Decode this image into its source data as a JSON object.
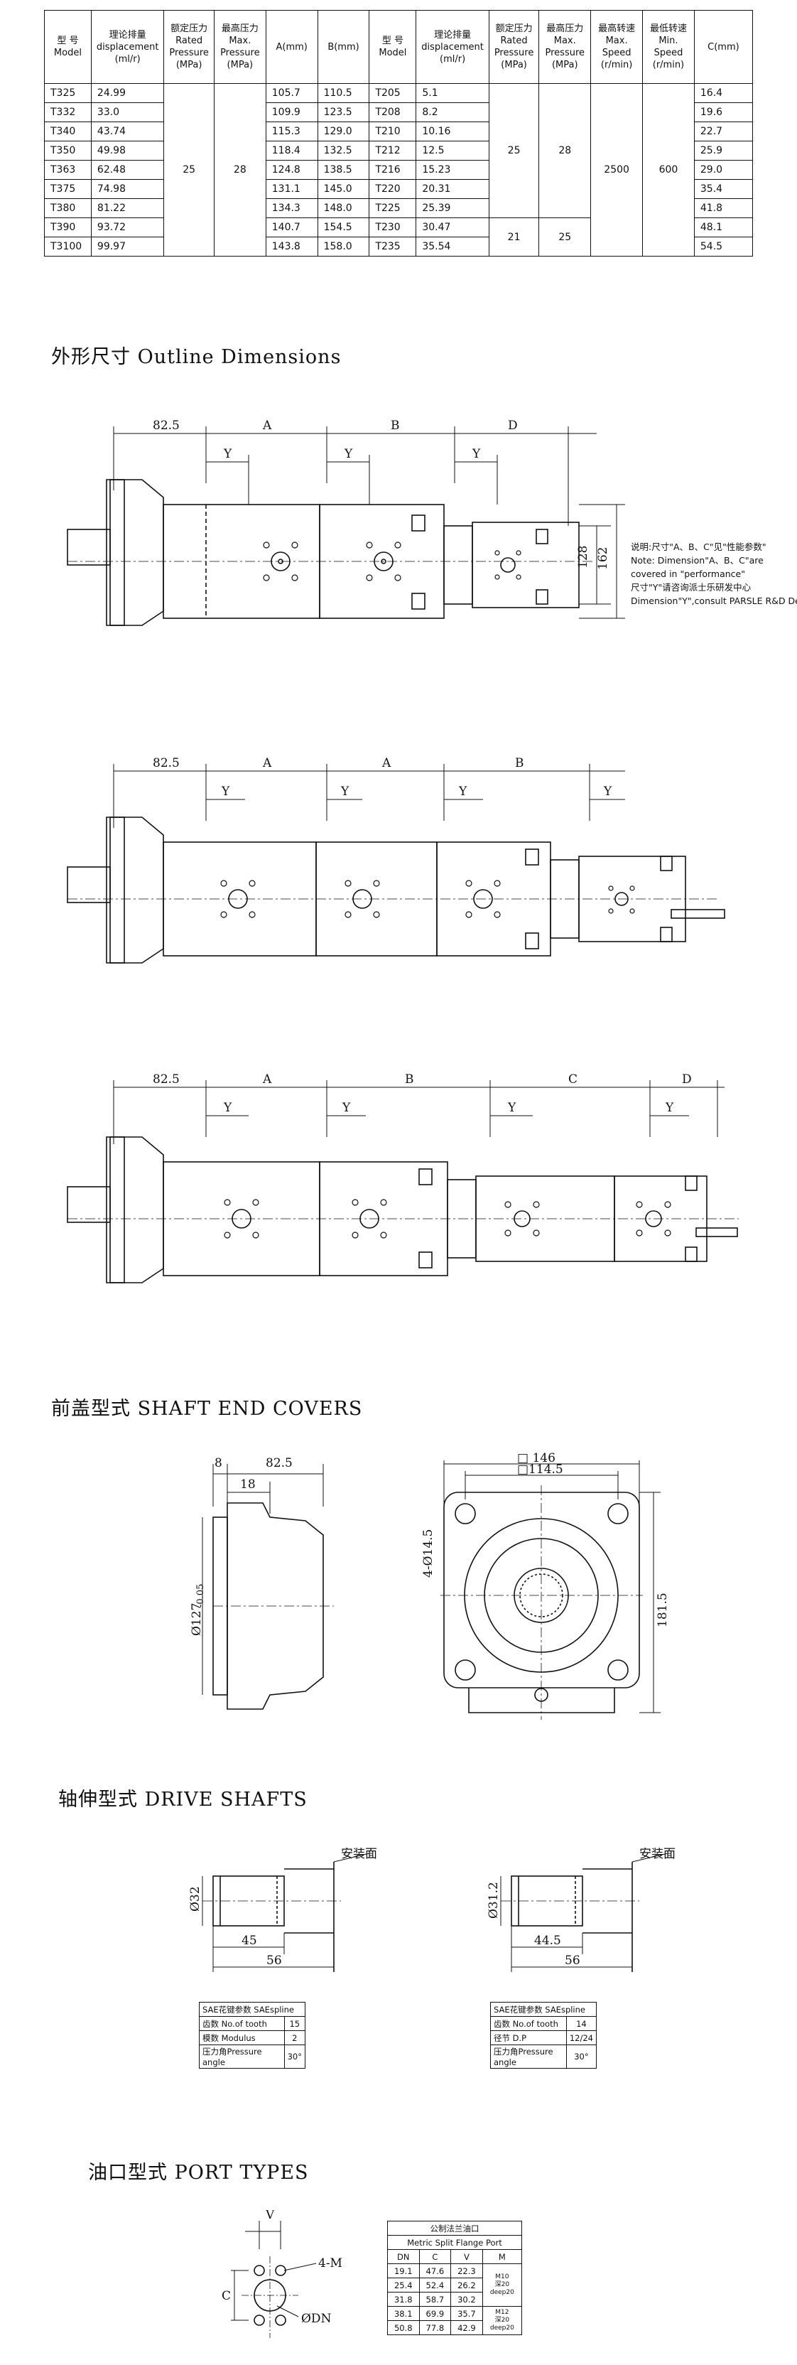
{
  "spec_table": {
    "headers": [
      {
        "cn": "型 号",
        "en": [
          "Model"
        ]
      },
      {
        "cn": "理论排量",
        "en": [
          "displacement",
          "(ml/r)"
        ]
      },
      {
        "cn": "额定压力",
        "en": [
          "Rated",
          "Pressure",
          "(MPa)"
        ]
      },
      {
        "cn": "最高压力",
        "en": [
          "Max.",
          "Pressure",
          "(MPa)"
        ]
      },
      {
        "cn": "",
        "en": [
          "A(mm)"
        ]
      },
      {
        "cn": "",
        "en": [
          "B(mm)"
        ]
      },
      {
        "cn": "型 号",
        "en": [
          "Model"
        ]
      },
      {
        "cn": "理论排量",
        "en": [
          "displacement",
          "(ml/r)"
        ]
      },
      {
        "cn": "额定压力",
        "en": [
          "Rated",
          "Pressure",
          "(MPa)"
        ]
      },
      {
        "cn": "最高压力",
        "en": [
          "Max.",
          "Pressure",
          "(MPa)"
        ]
      },
      {
        "cn": "最高转速",
        "en": [
          "Max.",
          "Speed",
          "(r/min)"
        ]
      },
      {
        "cn": "最低转速",
        "en": [
          "Min.",
          "Speed",
          "(r/min)"
        ]
      },
      {
        "cn": "",
        "en": [
          "C(mm)"
        ]
      }
    ],
    "left_rows": [
      {
        "model": "T325",
        "disp": "24.99",
        "a": "105.7",
        "b": "110.5"
      },
      {
        "model": "T332",
        "disp": "33.0",
        "a": "109.9",
        "b": "123.5"
      },
      {
        "model": "T340",
        "disp": "43.74",
        "a": "115.3",
        "b": "129.0"
      },
      {
        "model": "T350",
        "disp": "49.98",
        "a": "118.4",
        "b": "132.5"
      },
      {
        "model": "T363",
        "disp": "62.48",
        "a": "124.8",
        "b": "138.5"
      },
      {
        "model": "T375",
        "disp": "74.98",
        "a": "131.1",
        "b": "145.0"
      },
      {
        "model": "T380",
        "disp": "81.22",
        "a": "134.3",
        "b": "148.0"
      },
      {
        "model": "T390",
        "disp": "93.72",
        "a": "140.7",
        "b": "154.5"
      },
      {
        "model": "T3100",
        "disp": "99.97",
        "a": "143.8",
        "b": "158.0"
      }
    ],
    "right_rows": [
      {
        "model": "T205",
        "disp": "5.1",
        "c": "16.4"
      },
      {
        "model": "T208",
        "disp": "8.2",
        "c": "19.6"
      },
      {
        "model": "T210",
        "disp": "10.16",
        "c": "22.7"
      },
      {
        "model": "T212",
        "disp": "12.5",
        "c": "25.9"
      },
      {
        "model": "T216",
        "disp": "15.23",
        "c": "29.0"
      },
      {
        "model": "T220",
        "disp": "20.31",
        "c": "35.4"
      },
      {
        "model": "T225",
        "disp": "25.39",
        "c": "41.8"
      },
      {
        "model": "T230",
        "disp": "30.47",
        "c": "48.1"
      },
      {
        "model": "T235",
        "disp": "35.54",
        "c": "54.5"
      }
    ],
    "left_rated": "25",
    "left_max": "28",
    "right_rated_1": "25",
    "right_max_1": "28",
    "right_rated_2": "21",
    "right_max_2": "25",
    "max_speed": "2500",
    "min_speed": "600"
  },
  "sections": {
    "outline": "外形尺寸 Outline Dimensions",
    "shaft_end": "前盖型式 SHAFT END COVERS",
    "drive_shafts": "轴伸型式 DRIVE SHAFTS",
    "port_types": "油口型式 PORT TYPES"
  },
  "drawing1": {
    "dims": [
      "82.5",
      "A",
      "B",
      "D",
      "Y",
      "Y",
      "Y",
      "128",
      "162"
    ],
    "note": [
      "说明:尺寸\"A、B、C\"见\"性能参数\"",
      "Note: Dimension\"A、B、C\"are",
      "      covered in \"performance\"",
      "尺寸\"Y\"请咨询派士乐研发中心",
      "Dimension\"Y\",consult PARSLE R&D Dept."
    ]
  },
  "drawing2": {
    "dims": [
      "82.5",
      "A",
      "A",
      "B",
      "Y",
      "Y",
      "Y",
      "Y"
    ]
  },
  "drawing3": {
    "dims": [
      "82.5",
      "A",
      "B",
      "C",
      "D",
      "Y",
      "Y",
      "Y",
      "Y"
    ]
  },
  "shaft_end": {
    "dims": [
      "8",
      "82.5",
      "18",
      "Ø127",
      "-0.05",
      "□ 146",
      "□114.5",
      "4-Ø14.5",
      "181.5"
    ]
  },
  "drive_shafts": {
    "left": {
      "dia": "Ø32",
      "len1": "45",
      "len2": "56",
      "mount": "安装面"
    },
    "right": {
      "dia": "Ø31.2",
      "len1": "44.5",
      "len2": "56",
      "mount": "安装面"
    },
    "spline_left": {
      "title": "SAE花键参数 SAEspline",
      "rows": [
        [
          "齿数 No.of tooth",
          "15"
        ],
        [
          "模数 Modulus",
          "2"
        ],
        [
          "压力角Pressure angle",
          "30°"
        ]
      ]
    },
    "spline_right": {
      "title": "SAE花键参数 SAEspline",
      "rows": [
        [
          "齿数 No.of tooth",
          "14"
        ],
        [
          "径节 D.P",
          "12/24"
        ],
        [
          "压力角Pressure angle",
          "30°"
        ]
      ]
    }
  },
  "port": {
    "labels": [
      "V",
      "C",
      "4-M",
      "ØDN"
    ],
    "table_title": [
      "公制法兰油口",
      "Metric Split Flange Port"
    ],
    "cols": [
      "DN",
      "C",
      "V",
      "M"
    ],
    "rows": [
      [
        "19.1",
        "47.6",
        "22.3",
        ""
      ],
      [
        "25.4",
        "52.4",
        "26.2",
        ""
      ],
      [
        "31.8",
        "58.7",
        "30.2",
        ""
      ],
      [
        "38.1",
        "69.9",
        "35.7",
        ""
      ],
      [
        "50.8",
        "77.8",
        "42.9",
        ""
      ]
    ],
    "m_group1": [
      "M10",
      "深20",
      "deep20"
    ],
    "m_group2": [
      "M12",
      "深20",
      "deep20"
    ]
  }
}
